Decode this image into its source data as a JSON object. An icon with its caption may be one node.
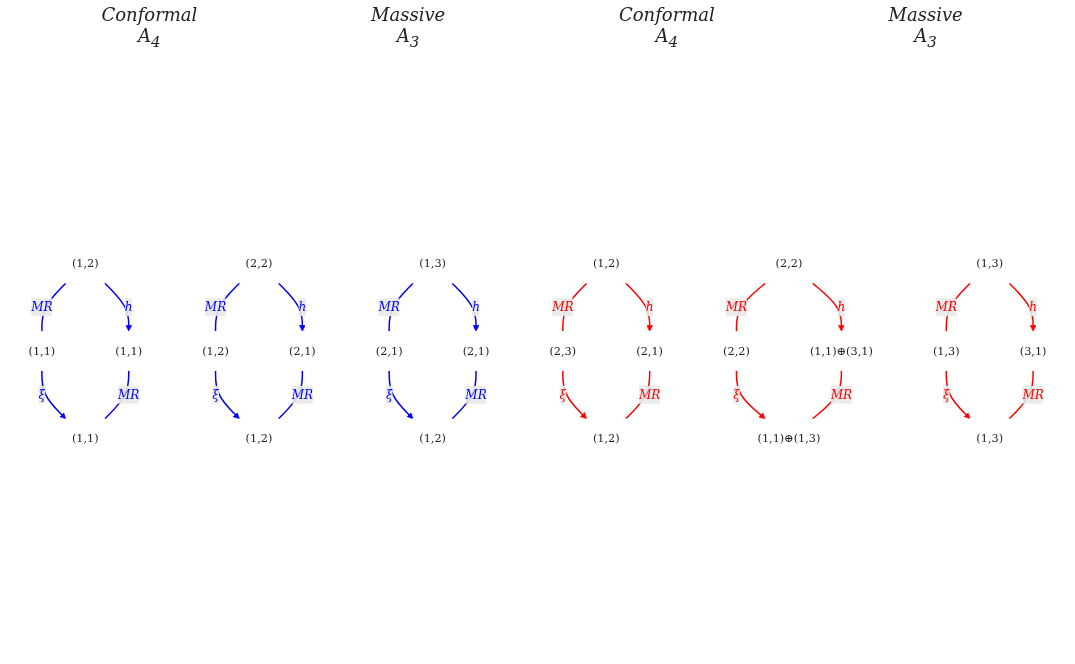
{
  "diagram": {
    "nodes": [
      {
        "text": [
          "(1,2)"
        ]
      },
      {
        "text": [
          "(1,1)"
        ]
      },
      {
        "text": [
          "(1,1)"
        ]
      },
      {
        "text": [
          "(1,1)"
        ]
      },
      {
        "text": [
          "(2,2)"
        ]
      },
      {
        "text": [
          "(1,2)"
        ]
      },
      {
        "text": [
          "(2,1)"
        ]
      },
      {
        "text": [
          "(1,2)"
        ]
      },
      {
        "text": [
          "(1,3)"
        ]
      },
      {
        "text": [
          "(2,1)"
        ]
      },
      {
        "text": [
          "(2,1)"
        ]
      },
      {
        "text": [
          "(1,2)"
        ]
      },
      {
        "text": [
          "(1,2)"
        ]
      },
      {
        "text": [
          "(2,3)"
        ]
      },
      {
        "text": [
          "(2,1)"
        ]
      },
      {
        "text": [
          "(1,2)"
        ]
      },
      {
        "text": [
          "(2,2)"
        ]
      },
      {
        "text": [
          "(2,2)"
        ]
      },
      {
        "text": [
          "(1,1)⊕(3,1)"
        ]
      },
      {
        "text": [
          "(1,1)⊕(1,3)"
        ]
      },
      {
        "text": [
          "(1,3)"
        ]
      },
      {
        "text": [
          "(1,3)"
        ]
      },
      {
        "text": [
          "(3,1)"
        ]
      },
      {
        "text": [
          "(1,3)"
        ]
      }
    ],
    "edges": [
      {
        "from": 0,
        "to": 1,
        "arrow": "none",
        "label": "MR",
        "color": "#0000ff"
      },
      {
        "from": 0,
        "to": 2,
        "arrow": "to",
        "label": "h",
        "color": "#0000ff"
      },
      {
        "from": 1,
        "to": 3,
        "arrow": "to",
        "label": "ξ",
        "color": "#0000ff"
      },
      {
        "from": 2,
        "to": 3,
        "arrow": "none",
        "label": "MR",
        "color": "#0000ff"
      },
      {
        "from": 4,
        "to": 5,
        "arrow": "none",
        "label": "MR",
        "color": "#0000ff"
      },
      {
        "from": 4,
        "to": 6,
        "arrow": "to",
        "label": "h",
        "color": "#0000ff"
      },
      {
        "from": 5,
        "to": 7,
        "arrow": "to",
        "label": "ξ",
        "color": "#0000ff"
      },
      {
        "from": 6,
        "to": 7,
        "arrow": "none",
        "label": "MR",
        "color": "#0000ff"
      },
      {
        "from": 8,
        "to": 9,
        "arrow": "none",
        "label": "MR",
        "color": "#0000ff"
      },
      {
        "from": 8,
        "to": 10,
        "arrow": "to",
        "label": "h",
        "color": "#0000ff"
      },
      {
        "from": 9,
        "to": 11,
        "arrow": "to",
        "label": "ξ",
        "color": "#0000ff"
      },
      {
        "from": 10,
        "to": 11,
        "arrow": "none",
        "label": "MR",
        "color": "#0000ff"
      },
      {
        "from": 12,
        "to": 13,
        "arrow": "none",
        "label": "MR",
        "color": "#ff0000"
      },
      {
        "from": 12,
        "to": 14,
        "arrow": "to",
        "label": "h",
        "color": "#ff0000"
      },
      {
        "from": 13,
        "to": 15,
        "arrow": "to",
        "label": "ξ",
        "color": "#ff0000"
      },
      {
        "from": 14,
        "to": 15,
        "arrow": "none",
        "label": "MR",
        "color": "#ff0000"
      },
      {
        "from": 16,
        "to": 17,
        "arrow": "none",
        "label": "MR",
        "color": "#ff0000"
      },
      {
        "from": 16,
        "to": 18,
        "arrow": "to",
        "label": "h",
        "color": "#ff0000"
      },
      {
        "from": 17,
        "to": 19,
        "arrow": "to",
        "label": "ξ",
        "color": "#ff0000"
      },
      {
        "from": 18,
        "to": 19,
        "arrow": "none",
        "label": "MR",
        "color": "#ff0000"
      },
      {
        "from": 20,
        "to": 21,
        "arrow": "none",
        "label": "MR",
        "color": "#ff0000"
      },
      {
        "from": 20,
        "to": 22,
        "arrow": "to",
        "label": "h",
        "color": "#ff0000"
      },
      {
        "from": 21,
        "to": 23,
        "arrow": "to",
        "label": "ξ",
        "color": "#ff0000"
      },
      {
        "from": 22,
        "to": 23,
        "arrow": "none",
        "label": "MR",
        "color": "#ff0000"
      }
    ],
    "labels": [
      "Conformal",
      "Massive",
      "Conformal",
      "Massive",
      "A$_{4}$",
      "A$_{3}$",
      "A$_{4}$",
      "A$_{3}$"
    ]
  }
}
